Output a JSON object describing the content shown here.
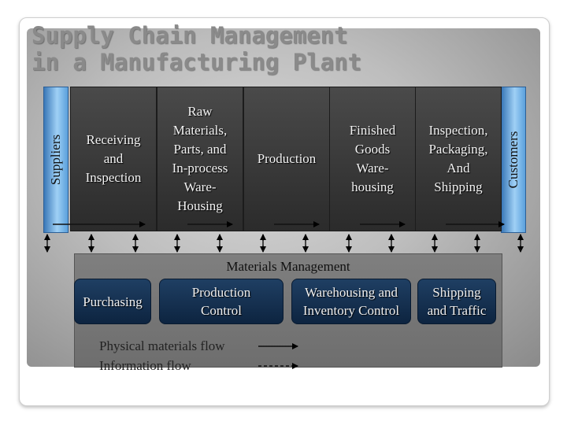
{
  "title_line1": "Supply Chain Management",
  "title_line2": "in a Manufacturing Plant",
  "suppliers": "Suppliers",
  "customers": "Customers",
  "boxes": [
    "Receiving\nand\nInspection",
    "Raw\nMaterials,\nParts, and\nIn-process\nWare-\nHousing",
    "Production",
    "Finished\nGoods\nWare-\nhousing",
    "Inspection,\nPackaging,\nAnd\nShipping"
  ],
  "materials_management": "Materials Management",
  "sub_boxes": [
    "Purchasing",
    "Production\nControl",
    "Warehousing and\nInventory Control",
    "Shipping\nand Traffic"
  ],
  "legend": {
    "physical": "Physical materials flow",
    "information": "Information flow"
  },
  "colors": {
    "top_box": "#2f2f2f",
    "side_bar": "#7fbbe9",
    "sub_box": "#15314f",
    "materials_band": "#777777"
  }
}
